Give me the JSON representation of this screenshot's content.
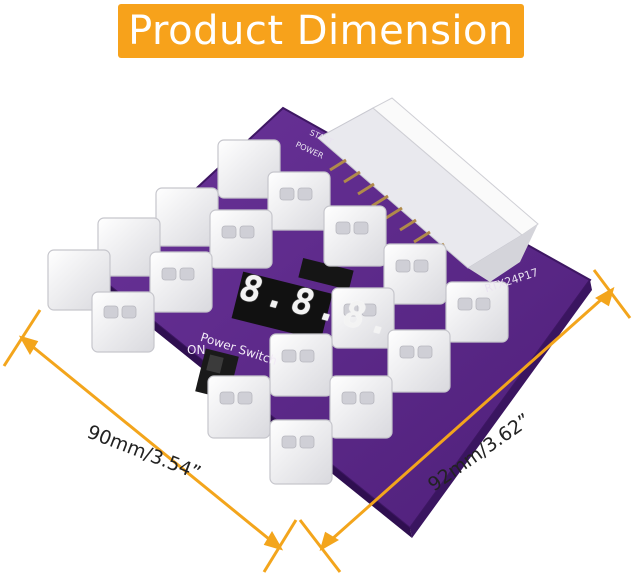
{
  "banner": {
    "title": "Product Dimension"
  },
  "dimensions": {
    "width_label": "90mm/3.54”",
    "depth_label": "92mm/3.62”"
  },
  "board": {
    "power_label": "Power Switch",
    "on_label": "ON",
    "model_label": "RTX24P17",
    "start_label": "START",
    "power_small_label": "POWER",
    "display_text": "8.8.8."
  },
  "colors": {
    "banner": "#f7a21b",
    "pcb": "#5b2a86",
    "connector": "#f4f4f6",
    "dimension_line": "#f3a51c"
  }
}
